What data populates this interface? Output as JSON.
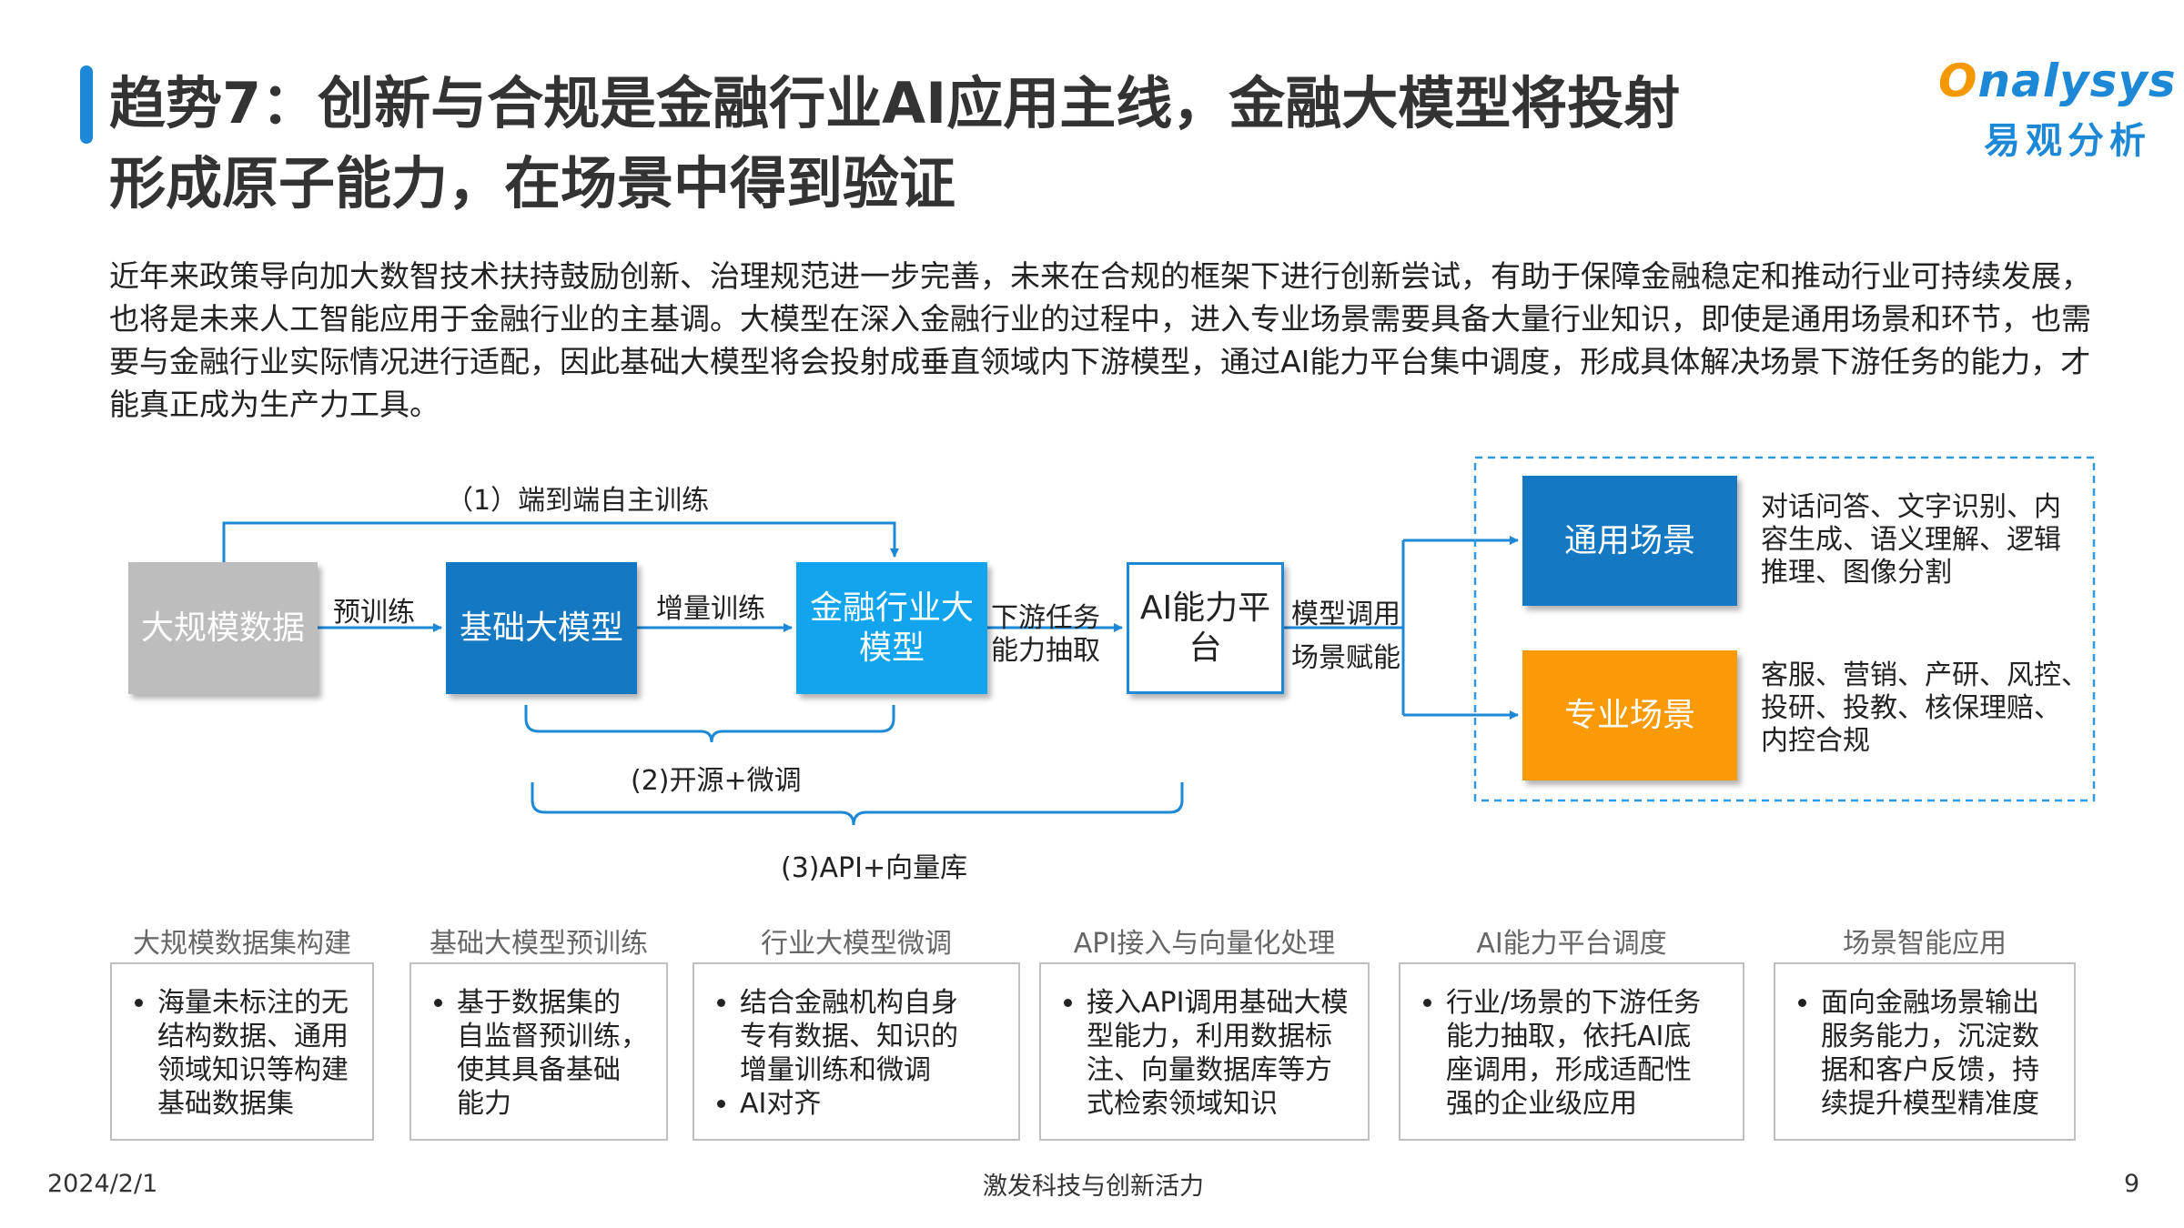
{
  "header": {
    "title_line1": "趋势7：创新与合规是金融行业AI应用主线，金融大模型将投射",
    "title_line2": "形成原子能力，在场景中得到验证",
    "logo_en_prefix": "O",
    "logo_en_rest": "nalysys",
    "logo_cn": "易观分析"
  },
  "intro": "近年来政策导向加大数智技术扶持鼓励创新、治理规范进一步完善，未来在合规的框架下进行创新尝试，有助于保障金融稳定和推动行业可持续发展，也将是未来人工智能应用于金融行业的主基调。大模型在深入金融行业的过程中，进入专业场景需要具备大量行业知识，即使是通用场景和环节，也需要与金融行业实际情况进行适配，因此基础大模型将会投射成垂直领域内下游模型，通过AI能力平台集中调度，形成具体解决场景下游任务的能力，才能真正成为生产力工具。",
  "diagram": {
    "nodes": {
      "data": "大规模数据",
      "base_model": "基础大模型",
      "fin_model": "金融行业大模型",
      "ai_platform": "AI能力平台",
      "general": "通用场景",
      "professional": "专业场景"
    },
    "edges": {
      "pretrain": "预训练",
      "incremental": "增量训练",
      "downstream_1": "下游任务",
      "downstream_2": "能力抽取",
      "model_call": "模型调用",
      "scene_enable": "场景赋能",
      "path1": "（1）端到端自主训练",
      "path2": "(2)开源+微调",
      "path3": "(3)API+向量库"
    },
    "scenarios": {
      "general_desc": [
        "对话问答、文字识别、内",
        "容生成、语义理解、逻辑",
        "推理、图像分割"
      ],
      "professional_desc": [
        "客服、营销、产研、风控、",
        "投研、投教、核保理赔、",
        "内控合规"
      ]
    },
    "colors": {
      "gray": "#bdbdbd",
      "dark_blue": "#1478c2",
      "light_blue": "#12a4ec",
      "orange": "#f99a06",
      "dashed_border": "#2a9be0"
    }
  },
  "stages": [
    {
      "title": "大规模数据集构建",
      "bullets": [
        [
          "海量未标注的无",
          "结构数据、通用",
          "领域知识等构建",
          "基础数据集"
        ]
      ]
    },
    {
      "title": "基础大模型预训练",
      "bullets": [
        [
          "基于数据集的",
          "自监督预训练，",
          "使其具备基础",
          "能力"
        ]
      ]
    },
    {
      "title": "行业大模型微调",
      "bullets": [
        [
          "结合金融机构自身",
          "专有数据、知识的",
          "增量训练和微调"
        ],
        [
          "AI对齐"
        ]
      ]
    },
    {
      "title": "API接入与向量化处理",
      "bullets": [
        [
          "接入API调用基础大模",
          "型能力，利用数据标",
          "注、向量数据库等方",
          "式检索领域知识"
        ]
      ]
    },
    {
      "title": "AI能力平台调度",
      "bullets": [
        [
          "行业/场景的下游任务",
          "能力抽取，依托AI底",
          "座调用，形成适配性",
          "强的企业级应用"
        ]
      ]
    },
    {
      "title": "场景智能应用",
      "bullets": [
        [
          "面向金融场景输出",
          "服务能力，沉淀数",
          "据和客户反馈，持",
          "续提升模型精准度"
        ]
      ]
    }
  ],
  "footer": {
    "date": "2024/2/1",
    "slogan": "激发科技与创新活力",
    "page": "9"
  }
}
